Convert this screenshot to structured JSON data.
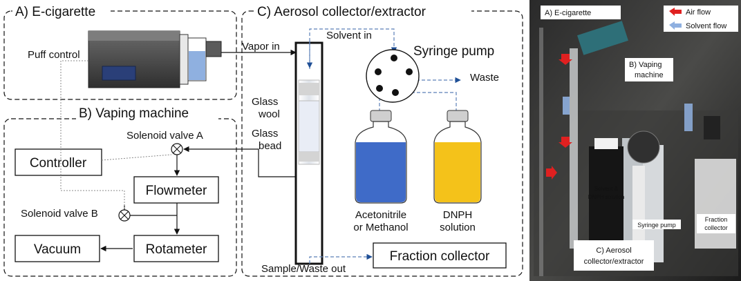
{
  "colors": {
    "air_flow": "#e02020",
    "solvent_flow": "#8fb0e0",
    "acetonitrile": "#3f6bc8",
    "dnph": "#f4c21a",
    "dashed_line": "#5b7fb8"
  },
  "sections": {
    "ecig": "A) E-cigarette",
    "vaping": "B) Vaping machine",
    "aerosol": "C) Aerosol collector/extractor"
  },
  "ecig": {
    "puff_control": "Puff control"
  },
  "vaping": {
    "solenoid_a": "Solenoid valve A",
    "solenoid_b": "Solenoid valve B",
    "controller": "Controller",
    "flowmeter": "Flowmeter",
    "rotameter": "Rotameter",
    "vacuum": "Vacuum"
  },
  "aerosol": {
    "vapor_in": "Vapor in",
    "solvent_in": "Solvent in",
    "syringe_pump": "Syringe pump",
    "waste": "Waste",
    "glass_wool_1": "Glass",
    "glass_wool_2": "wool",
    "glass_bead_1": "Glass",
    "glass_bead_2": "bead",
    "acetonitrile_1": "Acetonitrile",
    "acetonitrile_2": "or Methanol",
    "dnph_1": "DNPH",
    "dnph_2": "solution",
    "fraction_collector": "Fraction collector",
    "sample_out": "Sample/Waste out"
  },
  "photo": {
    "ecig": "A) E-cigarette",
    "air_flow": "Air flow",
    "solvent_flow": "Solvent flow",
    "vaping_1": "B) Vaping",
    "vaping_2": "machine",
    "solvent_1": "Solvent &",
    "solvent_2": "DNPH solution",
    "syringe": "Syringe pump",
    "fraction_1": "Fraction",
    "fraction_2": "collector",
    "aerosol_1": "C) Aerosol",
    "aerosol_2": "collector/extractor"
  }
}
